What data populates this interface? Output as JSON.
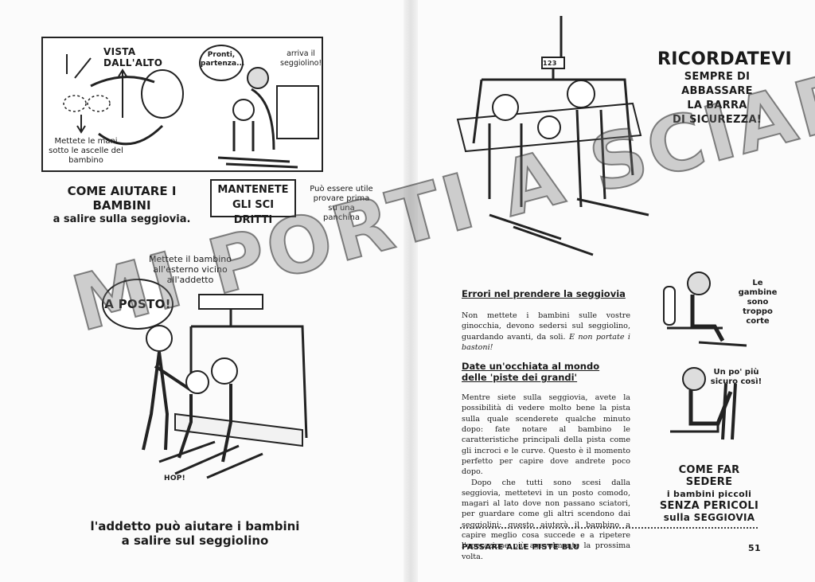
{
  "left_page": {
    "top_left_panel": {
      "title": "VISTA DALL'ALTO",
      "note": "Mettete le mani sotto le ascelle del bambino"
    },
    "top_mid_panel": {
      "bubble_child": "Pronti, partenza...",
      "bubble_seat": "arriva il seggiolino!"
    },
    "caption_help": {
      "line1": "COME AIUTARE I BAMBINI",
      "line2": "a salire sulla seggiovia."
    },
    "caption_skis": "MANTENETE GLI SCI DRITTI",
    "caption_bench": "Può essere utile provare prima su una panchina",
    "instruction": "Mettete il bambino all'esterno vicino all'addetto",
    "bubble_aposto": "A POSTO!",
    "hop": "HOP!",
    "bottom_caption": {
      "line1": "l'addetto può aiutare i bambini",
      "line2": "a salire sul seggiolino"
    }
  },
  "right_page": {
    "chair_number": "123",
    "remember": {
      "line1": "RICORDATEVI",
      "line2": "SEMPRE DI",
      "line3": "ABBASSARE",
      "line4": "LA BARRA",
      "line5": "DI SICUREZZA!"
    },
    "section1": {
      "title": "Errori nel prendere la seggiovia",
      "body": "Non mettete i bambini sulle vostre ginocchia, devono sedersi sul seggiolino, guardando avanti, da soli.",
      "body_italic": "E non portate i bastoni!"
    },
    "section2": {
      "title_line1": "Date un'occhiata al mondo",
      "title_line2": "delle 'piste dei grandi'",
      "paragraph1": "Mentre siete sulla seggiovia, avete la possibilità di vedere molto bene la pista sulla quale scenderete qualche minuto dopo: fate notare al bambino le caratteristiche principali della pista come gli incroci e le curve. Questo è il momento perfetto per capire dove andrete poco dopo.",
      "paragraph2": "Dopo che tutti sono scesi dalla seggiovia, mettetevi in un posto comodo, magari al lato dove non passano sciatori, per guardare come gli altri scendono dai seggiolini: questo aiuterà il bambino a capire meglio cosa succede e a ripetere l'operazione più agevolmente la prossima volta."
    },
    "side_notes": {
      "legs_short": "Le gambine sono troppo corte",
      "safer": "Un po' più sicuro così!"
    },
    "how_to_sit": {
      "line1": "COME FAR SEDERE",
      "line2": "i bambini piccoli",
      "line3": "SENZA PERICOLI",
      "line4": "sulla SEGGIOVIA"
    },
    "footer_left": "PASSARE ALLE PISTE BLU",
    "page_number": "51"
  },
  "watermark": "MI PORTI A SCIARE"
}
